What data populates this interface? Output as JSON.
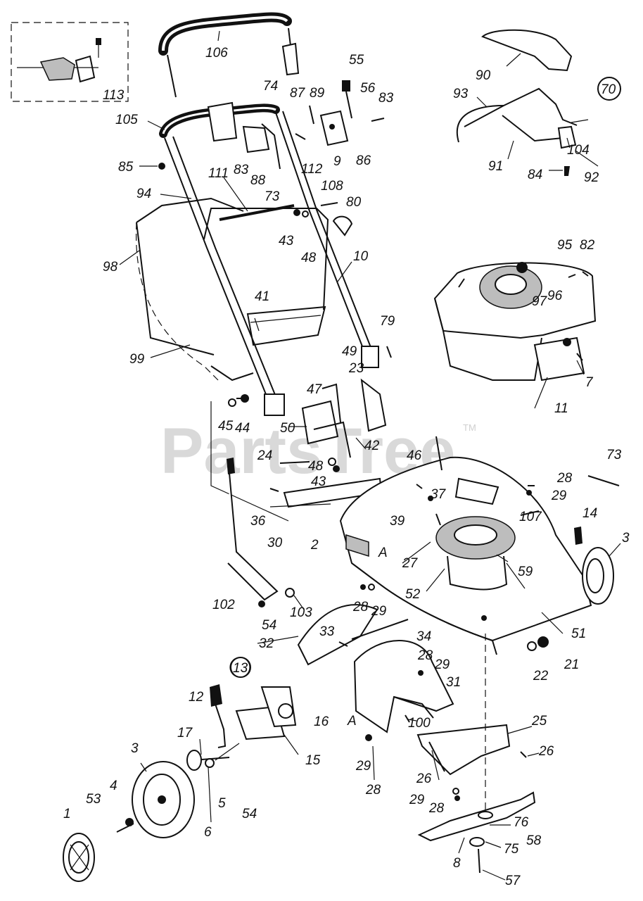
{
  "watermark": {
    "text": "PartsTree",
    "trademark": "TM"
  },
  "parts": [
    {
      "id": "p106",
      "label": "106"
    },
    {
      "id": "p55",
      "label": "55"
    },
    {
      "id": "p113",
      "label": "113"
    },
    {
      "id": "p74",
      "label": "74"
    },
    {
      "id": "p87",
      "label": "87"
    },
    {
      "id": "p89",
      "label": "89"
    },
    {
      "id": "p56",
      "label": "56"
    },
    {
      "id": "p83a",
      "label": "83"
    },
    {
      "id": "p105",
      "label": "105"
    },
    {
      "id": "p85",
      "label": "85"
    },
    {
      "id": "p83b",
      "label": "83"
    },
    {
      "id": "p88",
      "label": "88"
    },
    {
      "id": "p112",
      "label": "112"
    },
    {
      "id": "p9",
      "label": "9"
    },
    {
      "id": "p86",
      "label": "86"
    },
    {
      "id": "p111",
      "label": "111"
    },
    {
      "id": "p73a",
      "label": "73"
    },
    {
      "id": "p108",
      "label": "108"
    },
    {
      "id": "p94",
      "label": "94"
    },
    {
      "id": "p80",
      "label": "80"
    },
    {
      "id": "p43a",
      "label": "43"
    },
    {
      "id": "p48a",
      "label": "48"
    },
    {
      "id": "p10",
      "label": "10"
    },
    {
      "id": "p98",
      "label": "98"
    },
    {
      "id": "p41",
      "label": "41"
    },
    {
      "id": "p79",
      "label": "79"
    },
    {
      "id": "p99",
      "label": "99"
    },
    {
      "id": "p49",
      "label": "49"
    },
    {
      "id": "p23",
      "label": "23"
    },
    {
      "id": "p47",
      "label": "47"
    },
    {
      "id": "p45",
      "label": "45"
    },
    {
      "id": "p44",
      "label": "44"
    },
    {
      "id": "p50",
      "label": "50"
    },
    {
      "id": "p42",
      "label": "42"
    },
    {
      "id": "p24",
      "label": "24"
    },
    {
      "id": "p48b",
      "label": "48"
    },
    {
      "id": "p43b",
      "label": "43"
    },
    {
      "id": "p46",
      "label": "46"
    },
    {
      "id": "p37",
      "label": "37"
    },
    {
      "id": "p36",
      "label": "36"
    },
    {
      "id": "p39",
      "label": "39"
    },
    {
      "id": "p30",
      "label": "30"
    },
    {
      "id": "p2",
      "label": "2"
    },
    {
      "id": "pA1",
      "label": "A"
    },
    {
      "id": "p27",
      "label": "27"
    },
    {
      "id": "p52",
      "label": "52"
    },
    {
      "id": "p102",
      "label": "102"
    },
    {
      "id": "p103",
      "label": "103"
    },
    {
      "id": "p28a",
      "label": "28"
    },
    {
      "id": "p29a",
      "label": "29"
    },
    {
      "id": "p54a",
      "label": "54"
    },
    {
      "id": "p32",
      "label": "32"
    },
    {
      "id": "p33",
      "label": "33"
    },
    {
      "id": "p34",
      "label": "34"
    },
    {
      "id": "p28b",
      "label": "28"
    },
    {
      "id": "p29b",
      "label": "29"
    },
    {
      "id": "p31",
      "label": "31"
    },
    {
      "id": "p13",
      "label": "13"
    },
    {
      "id": "p12",
      "label": "12"
    },
    {
      "id": "p16",
      "label": "16"
    },
    {
      "id": "pA2",
      "label": "A"
    },
    {
      "id": "p100",
      "label": "100"
    },
    {
      "id": "p17",
      "label": "17"
    },
    {
      "id": "p15",
      "label": "15"
    },
    {
      "id": "p3b",
      "label": "3"
    },
    {
      "id": "p4",
      "label": "4"
    },
    {
      "id": "p53",
      "label": "53"
    },
    {
      "id": "p5",
      "label": "5"
    },
    {
      "id": "p54b",
      "label": "54"
    },
    {
      "id": "p6",
      "label": "6"
    },
    {
      "id": "p1",
      "label": "1"
    },
    {
      "id": "p29c",
      "label": "29"
    },
    {
      "id": "p28c",
      "label": "28"
    },
    {
      "id": "p26a",
      "label": "26"
    },
    {
      "id": "p25",
      "label": "25"
    },
    {
      "id": "p26b",
      "label": "26"
    },
    {
      "id": "p29d",
      "label": "29"
    },
    {
      "id": "p28d",
      "label": "28"
    },
    {
      "id": "p76",
      "label": "76"
    },
    {
      "id": "p58",
      "label": "58"
    },
    {
      "id": "p75",
      "label": "75"
    },
    {
      "id": "p8",
      "label": "8"
    },
    {
      "id": "p57",
      "label": "57"
    },
    {
      "id": "p90",
      "label": "90"
    },
    {
      "id": "p70",
      "label": "70"
    },
    {
      "id": "p93",
      "label": "93"
    },
    {
      "id": "p104",
      "label": "104"
    },
    {
      "id": "p91",
      "label": "91"
    },
    {
      "id": "p84",
      "label": "84"
    },
    {
      "id": "p92",
      "label": "92"
    },
    {
      "id": "p95",
      "label": "95"
    },
    {
      "id": "p82",
      "label": "82"
    },
    {
      "id": "p96",
      "label": "96"
    },
    {
      "id": "p97",
      "label": "97"
    },
    {
      "id": "p7",
      "label": "7"
    },
    {
      "id": "p11",
      "label": "11"
    },
    {
      "id": "p73b",
      "label": "73"
    },
    {
      "id": "p28e",
      "label": "28"
    },
    {
      "id": "p29e",
      "label": "29"
    },
    {
      "id": "p107",
      "label": "107"
    },
    {
      "id": "p14",
      "label": "14"
    },
    {
      "id": "p3a",
      "label": "3"
    },
    {
      "id": "p59",
      "label": "59"
    },
    {
      "id": "p51",
      "label": "51"
    },
    {
      "id": "p21",
      "label": "21"
    },
    {
      "id": "p22",
      "label": "22"
    }
  ]
}
